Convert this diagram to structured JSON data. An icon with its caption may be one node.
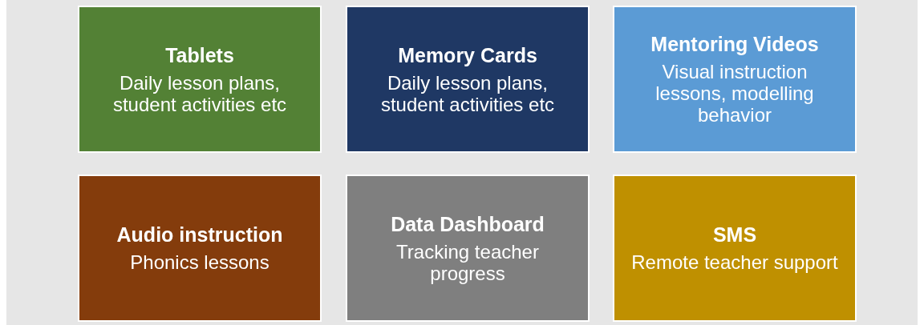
{
  "diagram": {
    "nodes": [
      {
        "text": [
          "Tablets",
          "Daily lesson plans, student activities etc"
        ]
      },
      {
        "text": [
          "Memory Cards",
          "Daily lesson plans, student activities etc"
        ]
      },
      {
        "text": [
          "Mentoring Videos",
          "Visual instruction lessons, modelling behavior"
        ]
      },
      {
        "text": [
          "Audio instruction",
          "Phonics lessons"
        ]
      },
      {
        "text": [
          "Data Dashboard",
          "Tracking teacher progress"
        ]
      },
      {
        "text": [
          "SMS",
          "Remote teacher support"
        ]
      }
    ]
  }
}
